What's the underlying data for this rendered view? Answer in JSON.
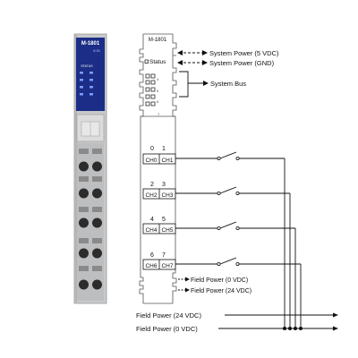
{
  "module_photo": {
    "model": "M-1801",
    "sub_label": "8 DI",
    "status_label": "STATUS",
    "colors": {
      "blue_panel": "#1b2d86",
      "body_gray": "#c8c9cb",
      "terminal_dark": "#2c2c2c"
    }
  },
  "schematic": {
    "module_label": "M-1801",
    "status_label": "Status",
    "bus_pin_labels": [
      "4",
      "5",
      "6",
      "7"
    ],
    "channels": [
      {
        "numbers": [
          "0",
          "1"
        ],
        "labels": [
          "CH0",
          "CH1"
        ]
      },
      {
        "numbers": [
          "2",
          "3"
        ],
        "labels": [
          "CH2",
          "CH3"
        ]
      },
      {
        "numbers": [
          "4",
          "5"
        ],
        "labels": [
          "CH4",
          "CH5"
        ]
      },
      {
        "numbers": [
          "6",
          "7"
        ],
        "labels": [
          "CH6",
          "CH7"
        ]
      }
    ]
  },
  "annotations": {
    "system_power_5v": "System Power (5 VDC)",
    "system_power_gnd": "System Power (GND)",
    "system_bus": "System Bus",
    "field_power_0v_internal": "Field Power (0 VDC)",
    "field_power_24v_internal": "Field Power (24 VDC)",
    "field_power_24v_bus": "Field Power (24 VDC)",
    "field_power_0v_bus": "Field Power (0 VDC)"
  },
  "colors": {
    "line": "#111111",
    "outline": "#666666"
  }
}
